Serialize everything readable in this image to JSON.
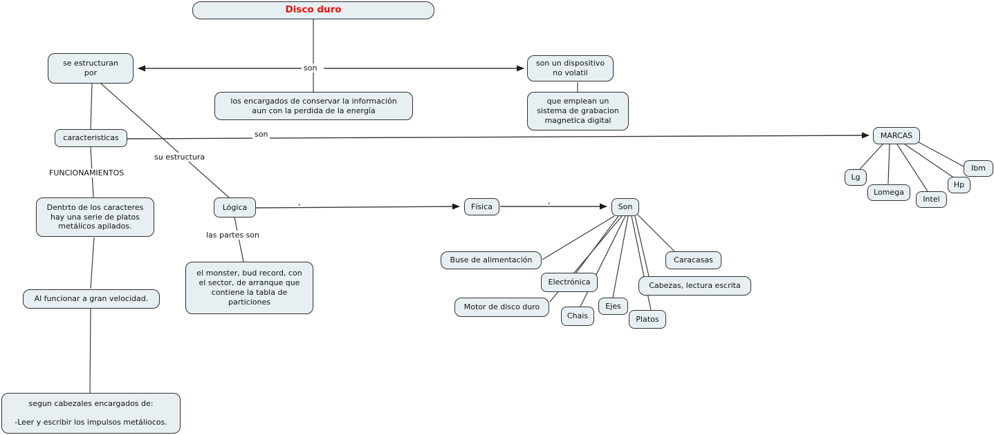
{
  "map": {
    "colors": {
      "node_fill": "#e8eff3",
      "node_border": "#2f2f2f",
      "line": "#3a3a3a",
      "title_text": "#e8110a"
    },
    "nodes": {
      "disco_duro": "Disco duro",
      "se_estructuran": "se estructuran\npor",
      "son_dispositivo": "son un dispositivo\nno volatil",
      "que_emplean": "que emplean un\nsistema de grabacion\nmagnetica digital",
      "los_encargados": "los encargados de conservar la información\naun con la perdida de la energía",
      "caracteristicas": "caracteristicas",
      "marcas": "MARCAS",
      "lg": "Lg",
      "lomega": "Lomega",
      "intel": "Intel",
      "hp": "Hp",
      "ibm": "Ibm",
      "dentrto": "Dentrto de los caracteres\nhay una serie de platos\nmetálicos apilados.",
      "al_funcionar": "Al funcionar a gran velocidad.",
      "segun_cabezales": "segun cabezales encargados de:\n\n-Leer y escribir los impulsos metáliocos.",
      "logica": "Lógica",
      "el_monster": "el monster, bud record, con\nel sector, de arranque que\ncontiene la tabla de\nparticiones",
      "fisica": "Física",
      "son_hub": "Son",
      "buse": "Buse de alimentación",
      "electronica": "Electrónica",
      "motor": "Motor de disco duro",
      "chais": "Chais",
      "ejes": "Ejes",
      "platos": "Platos",
      "cabezas": "Cabezas, lectura escrita",
      "caracasas": "Caracasas"
    },
    "link_labels": {
      "son_top": "son",
      "son_mid": "son",
      "su_estructura": "su estructura",
      "las_partes_son": "las partes son",
      "funcionamientos": "FUNCIONAMIENTOS",
      "comma_1": ",",
      "comma_2": ","
    }
  }
}
